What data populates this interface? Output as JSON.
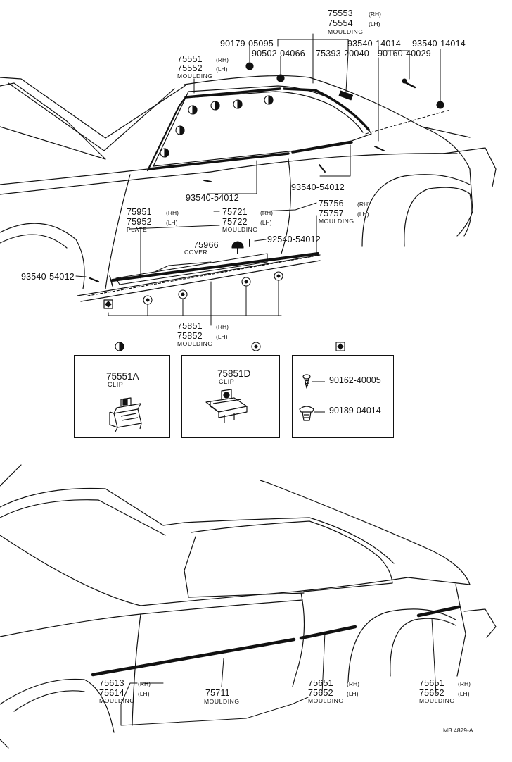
{
  "diagram": {
    "ref_code": "MB 4879-A",
    "legend": {
      "half_circle": "half-circle-symbol",
      "ring": "ring-symbol",
      "diamond": "diamond-symbol"
    },
    "upper_labels": {
      "l1": {
        "a": "75553",
        "a_side": "(RH)",
        "b": "75554",
        "b_side": "(LH)",
        "cap": "MOULDING"
      },
      "l2": {
        "a": "90179-05095"
      },
      "l3": {
        "a": "90502-04066"
      },
      "l4": {
        "a": "75393-20040"
      },
      "l5": {
        "a": "93540-14014"
      },
      "l6": {
        "a": "90160-40029"
      },
      "l7": {
        "a": "93540-14014"
      },
      "l8": {
        "a": "75551",
        "a_side": "(RH)",
        "b": "75552",
        "b_side": "(LH)",
        "cap": "MOULDING"
      },
      "l9": {
        "a": "93540-54012"
      },
      "l10": {
        "a": "93540-54012"
      },
      "l11": {
        "a": "75756",
        "a_side": "(RH)",
        "b": "75757",
        "b_side": "(LH)",
        "cap": "MOULDING"
      },
      "l12": {
        "a": "75951",
        "a_side": "(RH)",
        "b": "75952",
        "b_side": "(LH)",
        "cap": "PLATE"
      },
      "l13": {
        "a": "75721",
        "a_side": "(RH)",
        "b": "75722",
        "b_side": "(LH)",
        "cap": "MOULDING"
      },
      "l14": {
        "a": "75966",
        "cap": "COVER"
      },
      "l15": {
        "a": "92540-54012"
      },
      "l16": {
        "a": "93540-54012"
      },
      "l17": {
        "a": "75851",
        "a_side": "(RH)",
        "b": "75852",
        "b_side": "(LH)",
        "cap": "MOULDING"
      }
    },
    "detail_boxes": {
      "clip_a": {
        "part": "75551A",
        "cap": "CLIP"
      },
      "clip_d": {
        "part": "75851D",
        "cap": "CLIP"
      },
      "fasteners": {
        "screw": "90162-40005",
        "nut": "90189-04014"
      }
    },
    "lower_labels": {
      "m1": {
        "a": "75613",
        "a_side": "(RH)",
        "b": "75614",
        "b_side": "(LH)",
        "cap": "MOULDING"
      },
      "m2": {
        "a": "75711",
        "cap": "MOULDING"
      },
      "m3": {
        "a": "75651",
        "a_side": "(RH)",
        "b": "75652",
        "b_side": "(LH)",
        "cap": "MOULDING"
      },
      "m4": {
        "a": "75651",
        "a_side": "(RH)",
        "b": "75652",
        "b_side": "(LH)",
        "cap": "MOULDING"
      }
    }
  }
}
